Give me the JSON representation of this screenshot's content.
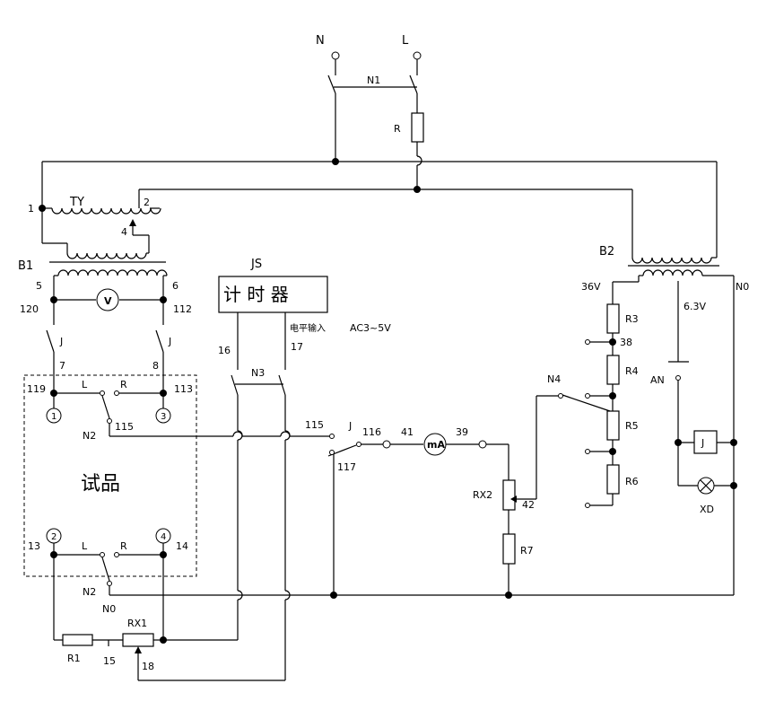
{
  "labels": {
    "N": "N",
    "L": "L",
    "N1": "N1",
    "R": "R",
    "TY": "TY",
    "t1": "1",
    "t2": "2",
    "t4": "4",
    "B1": "B1",
    "t5": "5",
    "t6": "6",
    "t120": "120",
    "t112": "112",
    "V": "V",
    "JS": "JS",
    "timer": "计 时 器",
    "level_input": "电平输入",
    "ac_range": "AC3~5V",
    "J_left": "J",
    "J_right": "J",
    "t7": "7",
    "t8": "8",
    "t16": "16",
    "t17": "17",
    "N3": "N3",
    "t119": "119",
    "t113": "113",
    "sw_L_top": "L",
    "sw_R_top": "R",
    "c1": "1",
    "c3": "3",
    "N2_top": "N2",
    "t115_a": "115",
    "t115_b": "115",
    "specimen": "试品",
    "c2": "2",
    "c4": "4",
    "t13": "13",
    "t14": "14",
    "sw_L_bot": "L",
    "sw_R_bot": "R",
    "N2_bot": "N2",
    "N0_left": "N0",
    "RX1": "RX1",
    "R1": "R1",
    "t15": "15",
    "t18": "18",
    "J_mid": "J",
    "t116": "116",
    "t41": "41",
    "mA": "mA",
    "t39": "39",
    "t117": "117",
    "RX2": "RX2",
    "t42": "42",
    "R7": "R7",
    "N4": "N4",
    "B2": "B2",
    "v36": "36V",
    "v63": "6.3V",
    "N0_right": "N0",
    "R3": "R3",
    "t38": "38",
    "R4": "R4",
    "R5": "R5",
    "R6": "R6",
    "AN": "AN",
    "J_relay": "J",
    "XD": "XD"
  }
}
